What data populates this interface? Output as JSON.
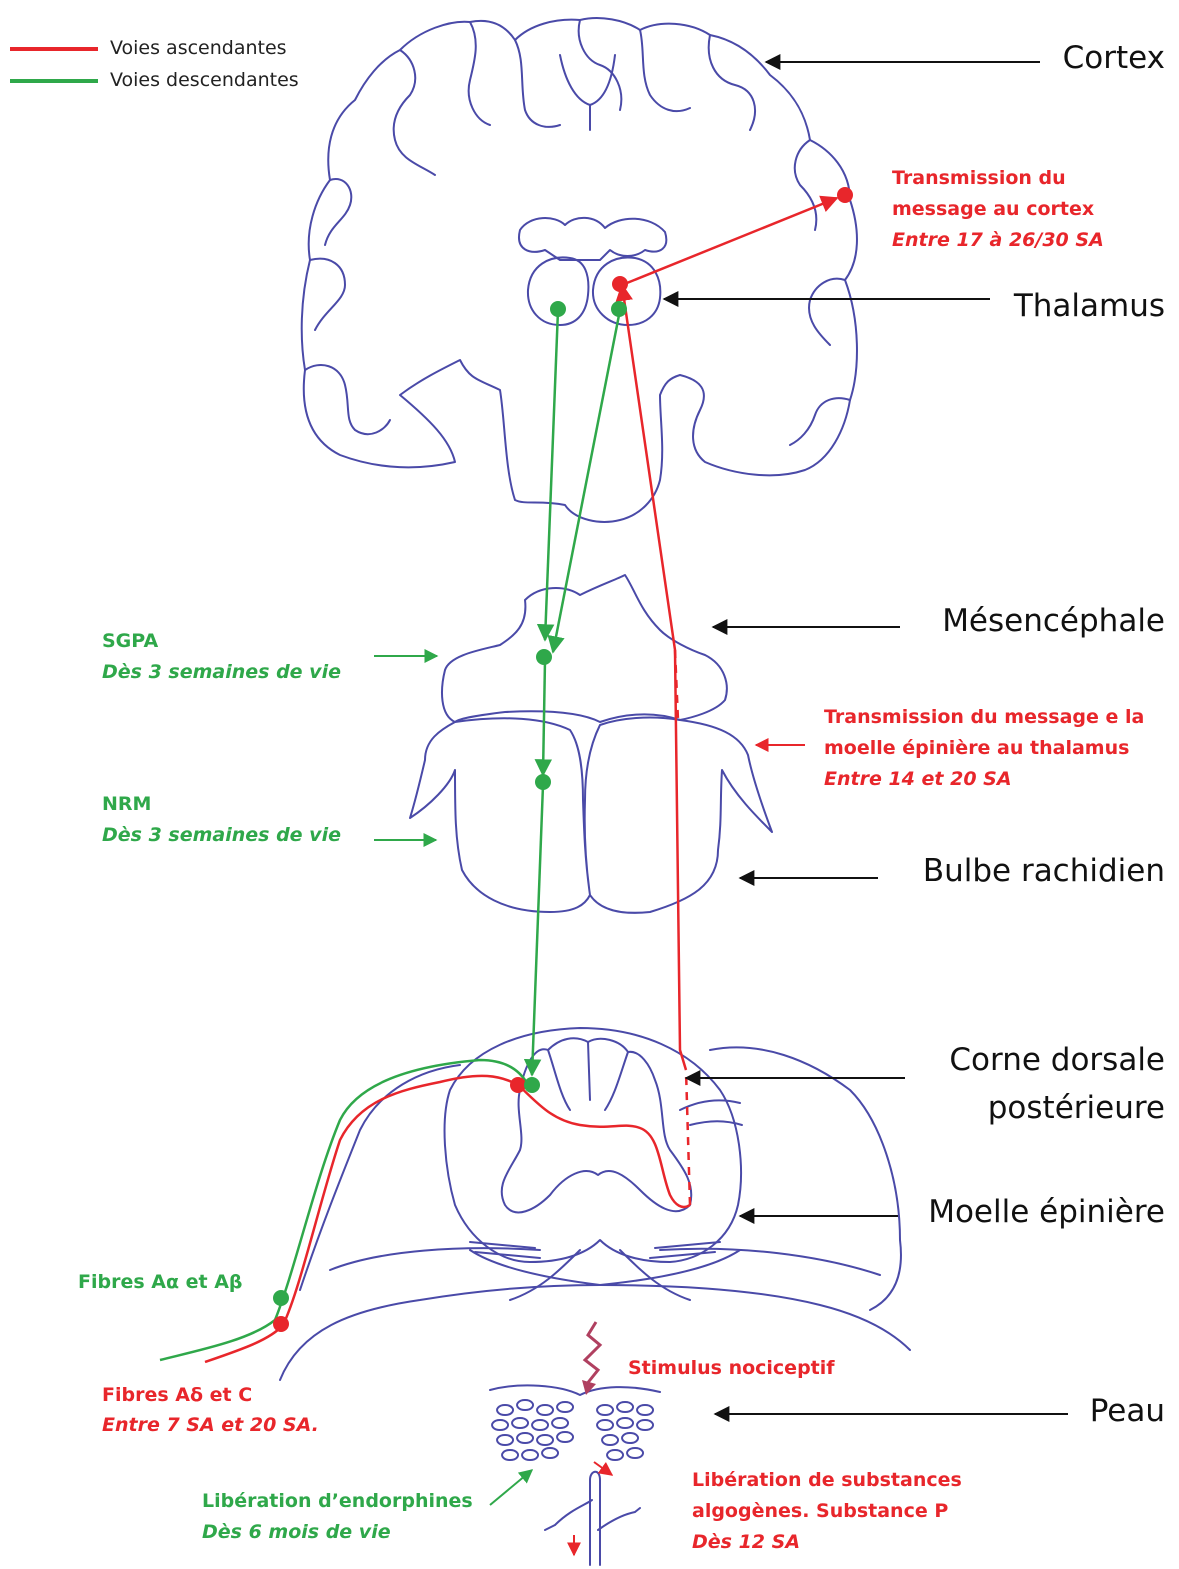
{
  "legend": {
    "ascending": "Voies ascendantes",
    "descending": "Voies descendantes"
  },
  "structures": {
    "cortex": "Cortex",
    "thalamus": "Thalamus",
    "mesencephale": "Mésencéphale",
    "bulbe": "Bulbe rachidien",
    "corne_line1": "Corne dorsale",
    "corne_line2": "postérieure",
    "moelle": "Moelle épinière",
    "peau": "Peau"
  },
  "annotations": {
    "cortex_transmission": {
      "line1": "Transmission du",
      "line2": "message au cortex",
      "timing": "Entre 17 à 26/30 SA"
    },
    "thalamus_transmission": {
      "line1": "Transmission du message e la",
      "line2": "moelle épinière au thalamus",
      "timing": "Entre 14 et 20 SA"
    },
    "sgpa": {
      "name": "SGPA",
      "timing": "Dès 3 semaines de vie"
    },
    "nrm": {
      "name": "NRM",
      "timing": "Dès 3 semaines de vie"
    },
    "fibres_a": {
      "name": "Fibres Aα et Aβ"
    },
    "fibres_c": {
      "name": "Fibres Aδ et C",
      "timing": "Entre 7 SA et 20 SA."
    },
    "stimulus": "Stimulus nociceptif",
    "substances": {
      "line1": "Libération de substances",
      "line2": "algogènes. Substance P",
      "timing": "Dès 12 SA"
    },
    "endorphines": {
      "name": "Libération d’endorphines",
      "timing": "Dès 6 mois de vie"
    }
  },
  "colors": {
    "ascending": "#e8262b",
    "descending": "#2fa84a",
    "outline": "#4a4aa8",
    "pointer": "#111111"
  }
}
